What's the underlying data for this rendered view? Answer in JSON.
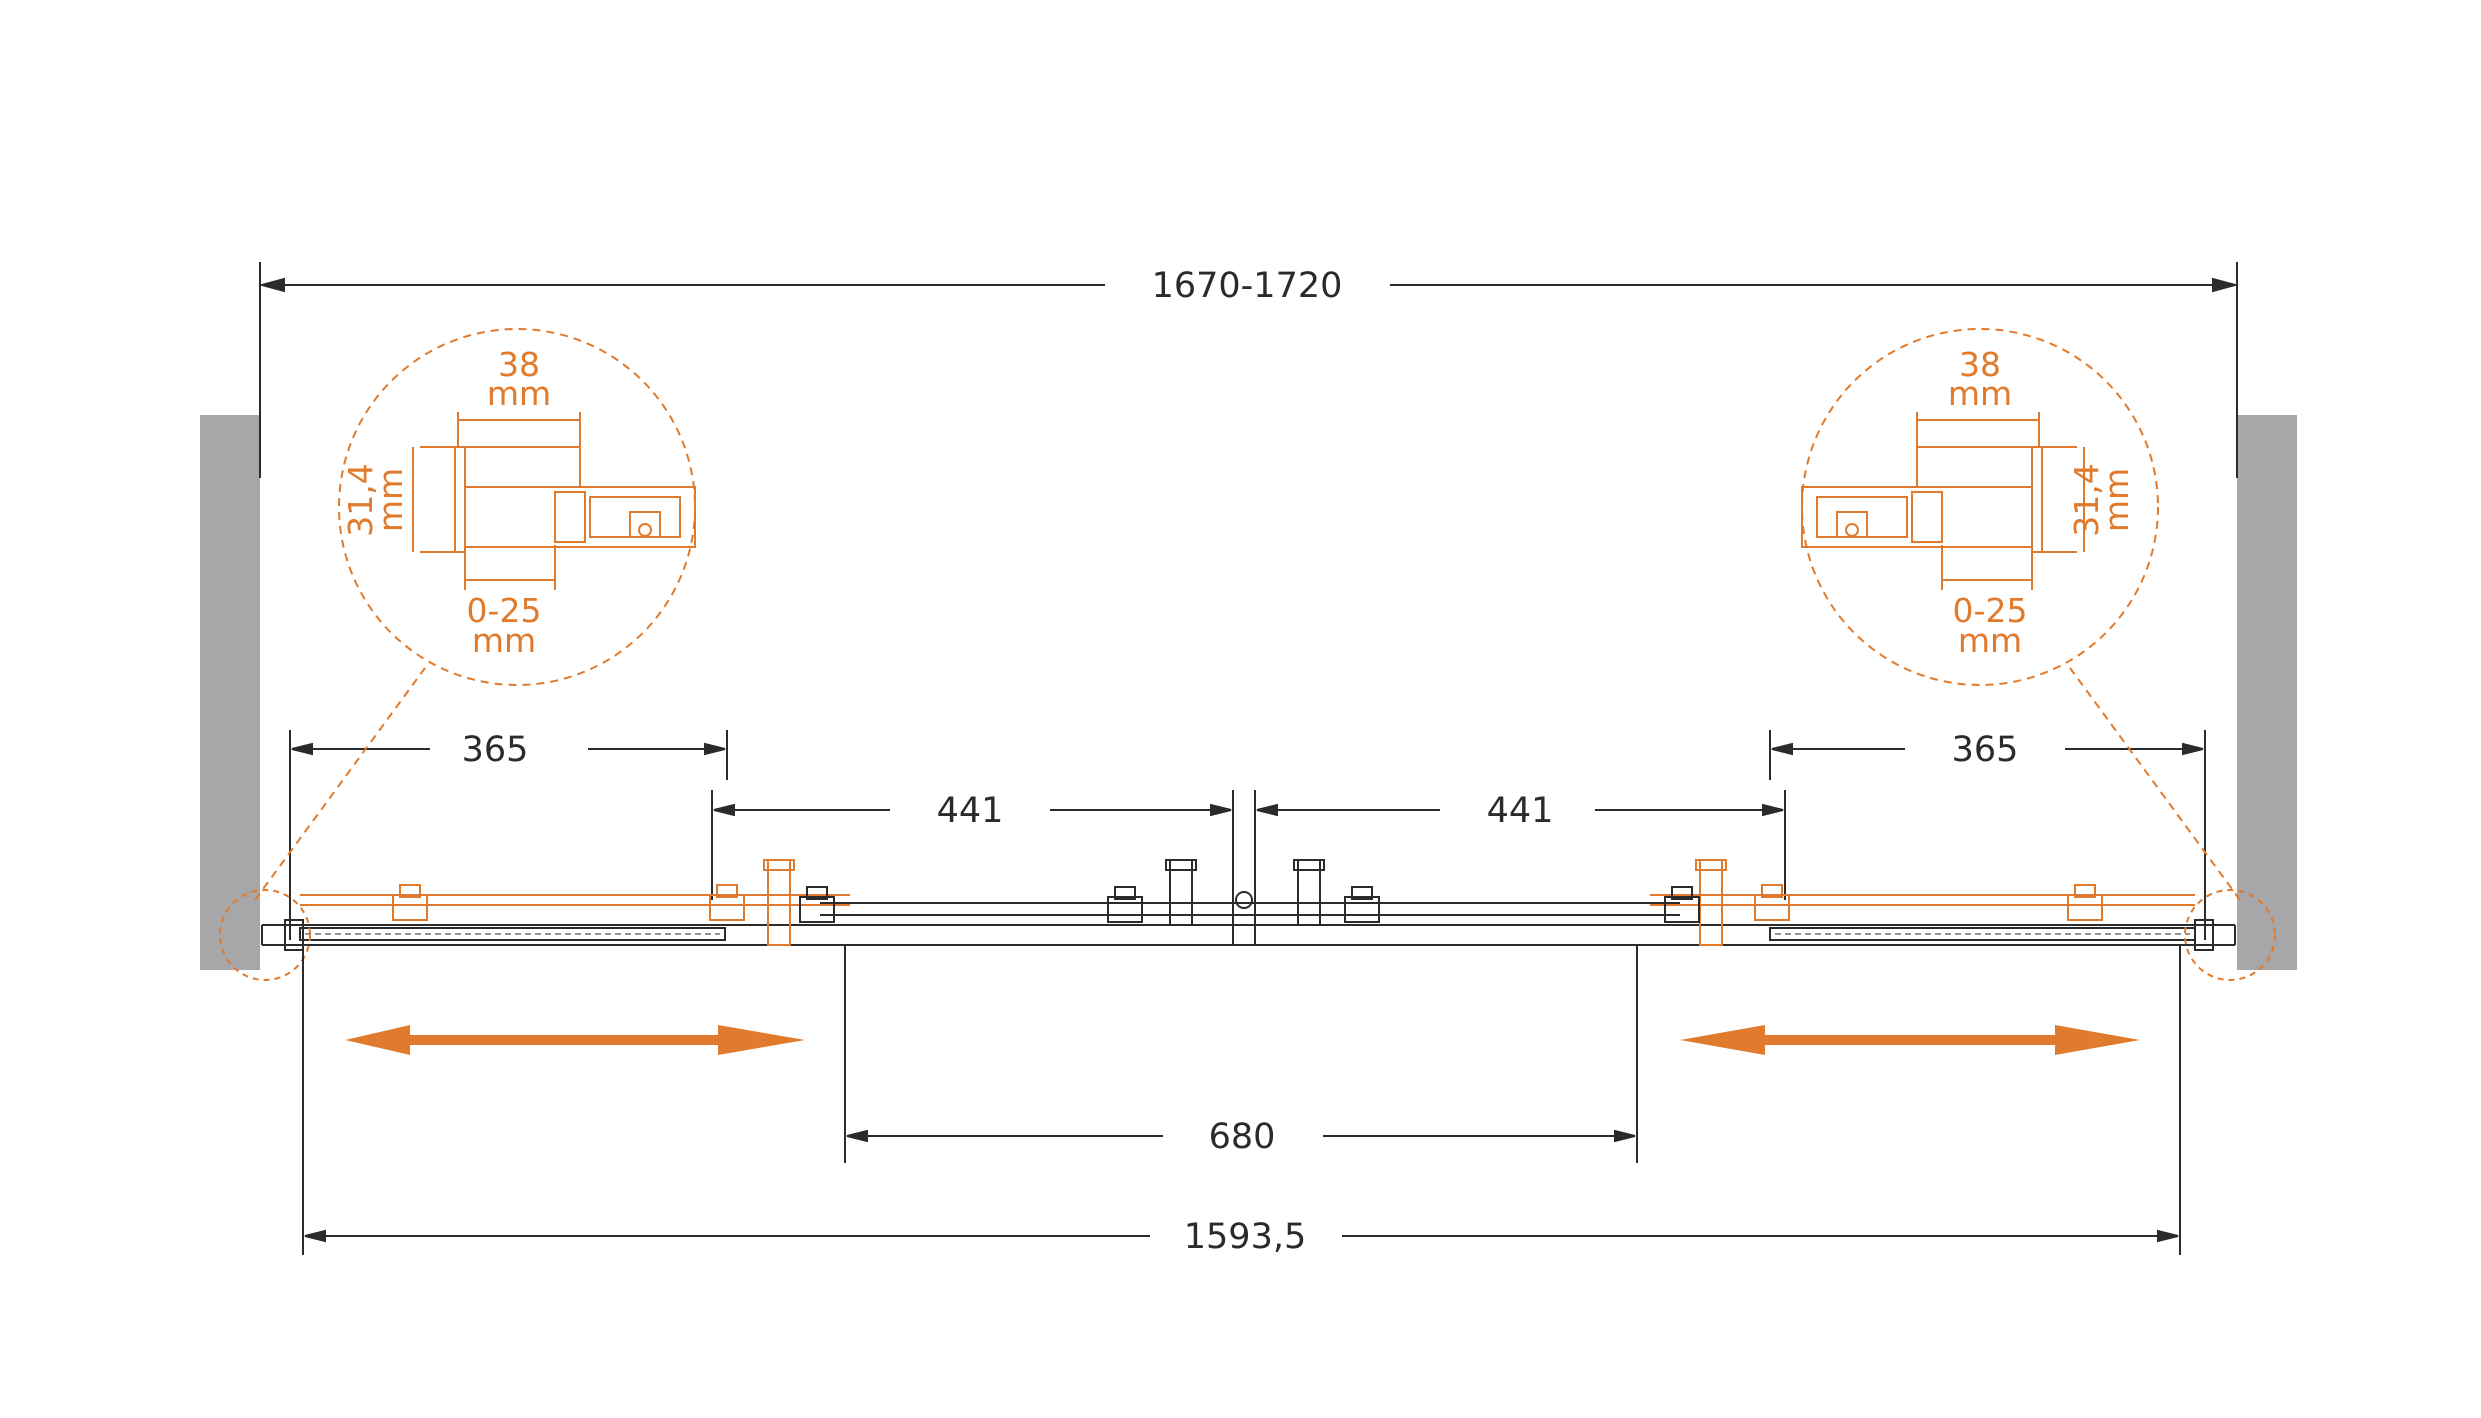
{
  "dimensions": {
    "overall_width": "1670-1720",
    "left_panel": "365",
    "left_door": "441",
    "right_door": "441",
    "right_panel": "365",
    "opening": "680",
    "profile_length": "1593,5"
  },
  "detail_left": {
    "width_value": "38",
    "width_unit": "mm",
    "depth_value": "31,4",
    "depth_unit": "mm",
    "adjust_value": "0-25",
    "adjust_unit": "mm"
  },
  "detail_right": {
    "width_value": "38",
    "width_unit": "mm",
    "depth_value": "31,4",
    "depth_unit": "mm",
    "adjust_value": "0-25",
    "adjust_unit": "mm"
  },
  "colors": {
    "accent": "#e07a2c",
    "line": "#2b2b2b",
    "wall": "#a7a7aa"
  },
  "icons": [
    "double-arrow-left-icon",
    "double-arrow-right-icon"
  ]
}
